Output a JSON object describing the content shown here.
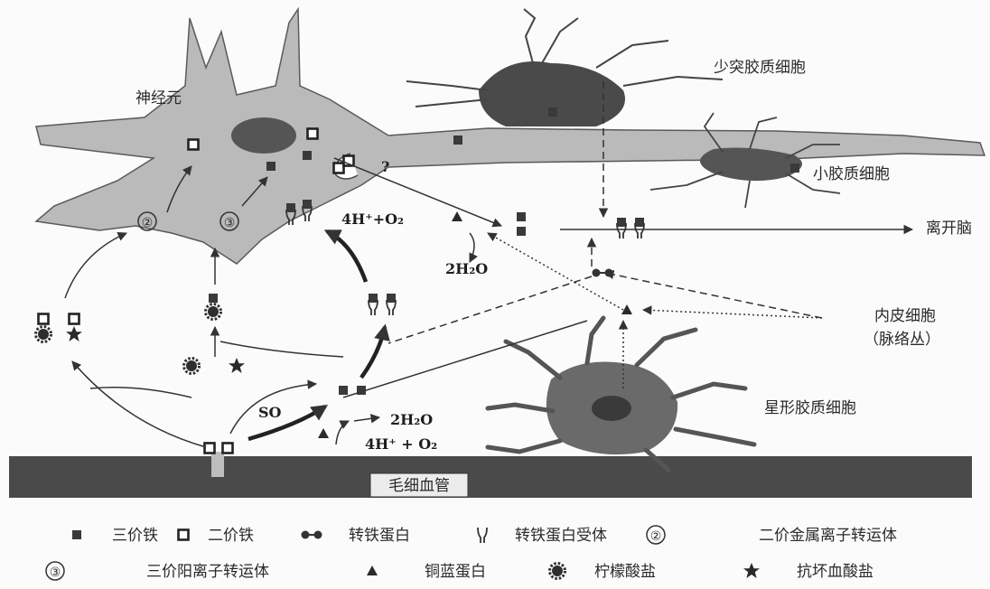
{
  "labels": {
    "neuron": "神经元",
    "oligodendrocyte": "少突胶质细胞",
    "microglia": "小胶质细胞",
    "leave_brain": "离开脑",
    "endothelial": "内皮细胞",
    "choroid": "（脉络丛）",
    "astrocyte": "星形胶质细胞",
    "capillary": "毛细血管",
    "question": "?",
    "so": "SO",
    "chem_top_left": "4H⁺+O₂",
    "chem_top_out": "2H₂O",
    "chem_bottom_out": "2H₂O",
    "chem_bottom_in": "4H⁺ + O₂",
    "transporter_2": "②",
    "transporter_3": "③"
  },
  "legend": {
    "ferric": "三价铁",
    "ferrous": "二价铁",
    "transferrin": "转铁蛋白",
    "transferrin_receptor": "转铁蛋白受体",
    "dmt_symbol": "②",
    "dmt": "二价金属离子转运体",
    "trivalent_symbol": "③",
    "trivalent": "三价阳离子转运体",
    "ceruloplasmin": "铜蓝蛋白",
    "citrate": "柠檬酸盐",
    "ascorbate": "抗坏血酸盐"
  }
}
